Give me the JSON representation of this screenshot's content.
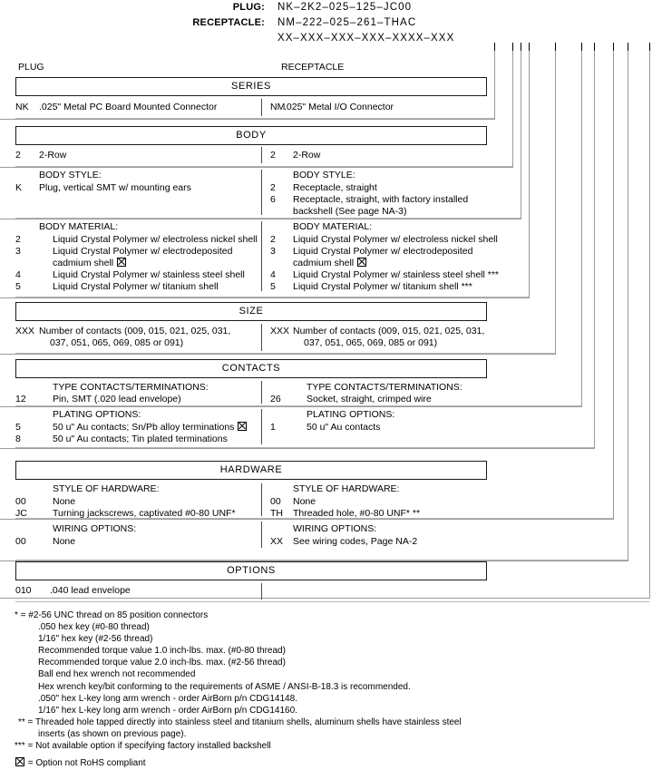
{
  "header": {
    "plug_label": "PLUG:",
    "receptacle_label": "RECEPTACLE:",
    "plug_value": "NK–2K2–025–125–JC00",
    "receptacle_value": "NM–222–025–261–THAC",
    "generic_value": "XX–XXX–XXX–XXX–XXXX–XXX"
  },
  "columns": {
    "left": "PLUG",
    "right": "RECEPTACLE"
  },
  "sections": [
    {
      "title": "SERIES",
      "rows": [
        {
          "left": {
            "items": [
              {
                "code": "NK",
                "text": ".025\" Metal PC Board Mounted Connector"
              }
            ]
          },
          "right": {
            "items": [
              {
                "code": "NM",
                "text": ".025\" Metal I/O Connector"
              }
            ]
          }
        }
      ]
    },
    {
      "title": "BODY",
      "rows": [
        {
          "left": {
            "items": [
              {
                "code": "2",
                "text": "2-Row"
              }
            ]
          },
          "right": {
            "items": [
              {
                "code": "2",
                "text": "2-Row"
              }
            ]
          }
        },
        {
          "left": {
            "heading": "BODY STYLE:",
            "items": [
              {
                "code": "K",
                "text": "Plug, vertical SMT w/ mounting ears"
              }
            ]
          },
          "right": {
            "heading": "BODY STYLE:",
            "items": [
              {
                "code": "2",
                "text": "Receptacle, straight"
              },
              {
                "code": "6",
                "text": "Receptacle, straight, with factory installed"
              },
              {
                "code": "",
                "text": "backshell (See page NA-3)"
              }
            ]
          }
        },
        {
          "left": {
            "heading": "BODY MATERIAL:",
            "items": [
              {
                "code": "2",
                "text": "Liquid Crystal Polymer w/ electroless nickel shell"
              },
              {
                "code": "3",
                "text": "Liquid Crystal Polymer w/ electrodeposited"
              },
              {
                "code": "",
                "text": "cadmium shell",
                "rohs": true
              },
              {
                "code": "4",
                "text": "Liquid Crystal Polymer w/ stainless steel shell"
              },
              {
                "code": "5",
                "text": "Liquid Crystal Polymer w/ titanium shell"
              }
            ]
          },
          "right": {
            "heading": "BODY MATERIAL:",
            "items": [
              {
                "code": "2",
                "text": "Liquid Crystal Polymer w/ electroless nickel shell"
              },
              {
                "code": "3",
                "text": "Liquid Crystal Polymer w/ electrodeposited"
              },
              {
                "code": "",
                "text": "cadmium shell",
                "rohs": true
              },
              {
                "code": "4",
                "text": "Liquid Crystal Polymer w/ stainless steel shell ***"
              },
              {
                "code": "5",
                "text": "Liquid Crystal Polymer w/ titanium shell ***"
              }
            ]
          }
        }
      ]
    },
    {
      "title": "SIZE",
      "rows": [
        {
          "left": {
            "items": [
              {
                "code": "XXX",
                "text": "Number of contacts (009, 015, 021, 025, 031,"
              },
              {
                "code": "",
                "text": "037, 051, 065, 069, 085 or 091)"
              }
            ]
          },
          "right": {
            "items": [
              {
                "code": "XXX",
                "text": "Number of contacts (009, 015, 021, 025, 031,"
              },
              {
                "code": "",
                "text": "037, 051, 065, 069,  085 or 091)"
              }
            ]
          }
        }
      ]
    },
    {
      "title": "CONTACTS",
      "rows": [
        {
          "left": {
            "heading": "TYPE CONTACTS/TERMINATIONS:",
            "items": [
              {
                "code": "12",
                "text": "Pin, SMT (.020 lead envelope)"
              }
            ]
          },
          "right": {
            "heading": "TYPE CONTACTS/TERMINATIONS:",
            "items": [
              {
                "code": "26",
                "text": "Socket, straight, crimped wire"
              }
            ]
          }
        },
        {
          "left": {
            "heading": "PLATING OPTIONS:",
            "items": [
              {
                "code": "5",
                "text": "50 u\" Au contacts; Sn/Pb alloy terminations",
                "rohs": true
              },
              {
                "code": "8",
                "text": "50 u\" Au contacts; Tin plated terminations"
              }
            ]
          },
          "right": {
            "heading": "PLATING OPTIONS:",
            "items": [
              {
                "code": "1",
                "text": "50 u\" Au contacts"
              }
            ]
          }
        }
      ]
    },
    {
      "title": "HARDWARE",
      "rows": [
        {
          "left": {
            "heading": "STYLE OF HARDWARE:",
            "items": [
              {
                "code": "00",
                "text": "None"
              },
              {
                "code": "JC",
                "text": "Turning jackscrews, captivated #0-80 UNF*"
              }
            ]
          },
          "right": {
            "heading": "STYLE OF HARDWARE:",
            "items": [
              {
                "code": "00",
                "text": "None"
              },
              {
                "code": "TH",
                "text": "Threaded hole, #0-80 UNF*  **"
              }
            ]
          }
        },
        {
          "left": {
            "heading": "WIRING OPTIONS:",
            "items": [
              {
                "code": "00",
                "text": "None"
              }
            ]
          },
          "right": {
            "heading": "WIRING OPTIONS:",
            "items": [
              {
                "code": "XX",
                "text": "See wiring codes, Page NA-2"
              }
            ]
          }
        }
      ]
    },
    {
      "title": "OPTIONS",
      "rows": [
        {
          "left": {
            "items": [
              {
                "code": "010",
                "text": ".040 lead envelope"
              }
            ]
          },
          "right": {
            "items": []
          }
        }
      ]
    }
  ],
  "footnotes": {
    "star": {
      "mark": "* =",
      "first": "#2-56 UNC thread on 85 position connectors",
      "lines": [
        ".050 hex key (#0-80 thread)",
        "1/16\" hex key (#2-56 thread)",
        "Recommended torque value 1.0 inch-lbs. max. (#0-80 thread)",
        "Recommended torque value 2.0 inch-lbs. max. (#2-56 thread)",
        "Ball end hex wrench not recommended",
        "Hex wrench key/bit conforming to the requirements of ASME / ANSI-B-18.3 is recommended.",
        ".050\" hex L-key long arm wrench - order AirBorn p/n CDG14148.",
        "1/16\" hex L-key long arm wrench - order AirBorn p/n CDG14160."
      ]
    },
    "dstar": {
      "mark": "** =",
      "first": "Threaded hole tapped directly into stainless steel and titanium shells, aluminum shells have stainless steel",
      "lines": [
        "inserts (as shown on previous page)."
      ]
    },
    "tstar": {
      "mark": "*** =",
      "first": "Not available option if specifying factory installed backshell"
    },
    "rohs": {
      "mark": "=",
      "text": "Option not RoHS compliant"
    }
  }
}
